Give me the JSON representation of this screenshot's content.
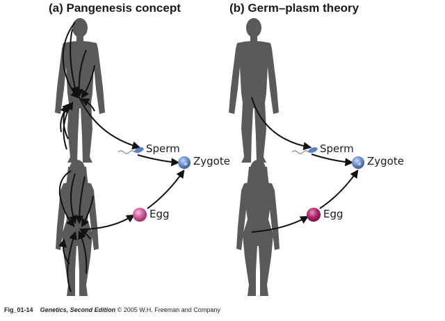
{
  "panels": {
    "a": {
      "title": "(a)  Pangenesis concept"
    },
    "b": {
      "title": "(b)  Germ–plasm theory"
    }
  },
  "labels": {
    "sperm": "Sperm",
    "egg": "Egg",
    "zygote": "Zygote"
  },
  "caption": {
    "figure": "Fig_01-14",
    "book": "Genetics, Second Edition",
    "publisher": "© 2005 W.H. Freeman and Company"
  },
  "colors": {
    "silhouette": "#5a5a5a",
    "arrow": "#111111",
    "zygote": "#5b7fbf",
    "egg": "#c24a86",
    "egg_b": "#a51f5c",
    "sperm": "#5b7fbf"
  }
}
